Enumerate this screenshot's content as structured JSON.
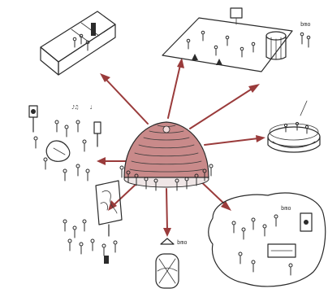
{
  "diagram": {
    "hub": {
      "icon": "dome-pavilion-icon"
    },
    "scenes": [
      {
        "id": "container-box",
        "icon": "container-room-icon"
      },
      {
        "id": "open-field",
        "icon": "field-platform-icon",
        "label": "bmo"
      },
      {
        "id": "ring-arena",
        "icon": "arena-ring-icon"
      },
      {
        "id": "cafe-lounge",
        "icon": "lounge-cloud-icon",
        "label": "bmo"
      },
      {
        "id": "capsule-pod",
        "icon": "capsule-pod-icon",
        "label": "bmo"
      },
      {
        "id": "screen-audience",
        "icon": "projection-screen-icon"
      },
      {
        "id": "music-stage",
        "icon": "music-stage-icon"
      }
    ],
    "arrow_color": "#9a3b3b"
  }
}
